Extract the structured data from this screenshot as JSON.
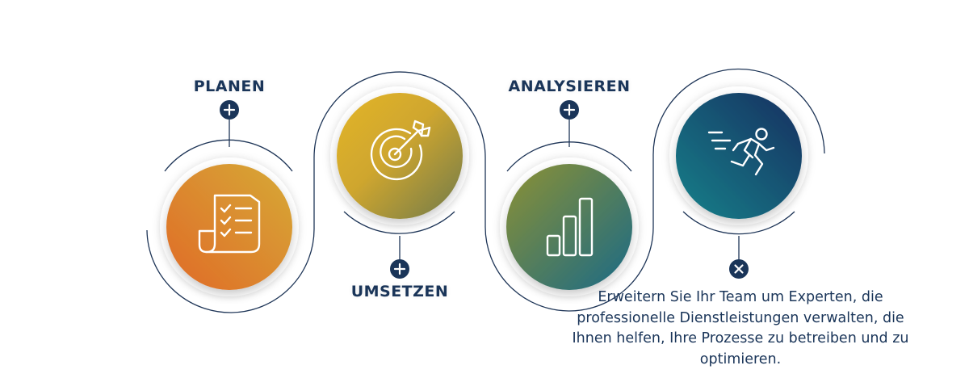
{
  "steps": [
    {
      "title": "PLANEN",
      "icon": "checklist-icon",
      "toggle": "plus",
      "gradient": [
        "#e0702a",
        "#d9a634"
      ]
    },
    {
      "title": "UMSETZEN",
      "icon": "target-icon",
      "toggle": "plus",
      "gradient": [
        "#e0b22a",
        "#7f7a45"
      ]
    },
    {
      "title": "ANALYSIEREN",
      "icon": "bar-chart-icon",
      "toggle": "plus",
      "gradient": [
        "#7f8a3a",
        "#1d6f80"
      ]
    },
    {
      "title": "",
      "icon": "running-person-icon",
      "toggle": "close",
      "gradient": [
        "#137a86",
        "#12305e"
      ]
    }
  ],
  "expanded_description": "Erweitern Sie Ihr Team um Experten, die professionelle Dienstleistungen verwalten, die Ihnen helfen, Ihre Prozesse zu betreiben und zu optimieren.",
  "colors": {
    "navy": "#1a3559",
    "line": "#1e3557",
    "white": "#ffffff"
  }
}
